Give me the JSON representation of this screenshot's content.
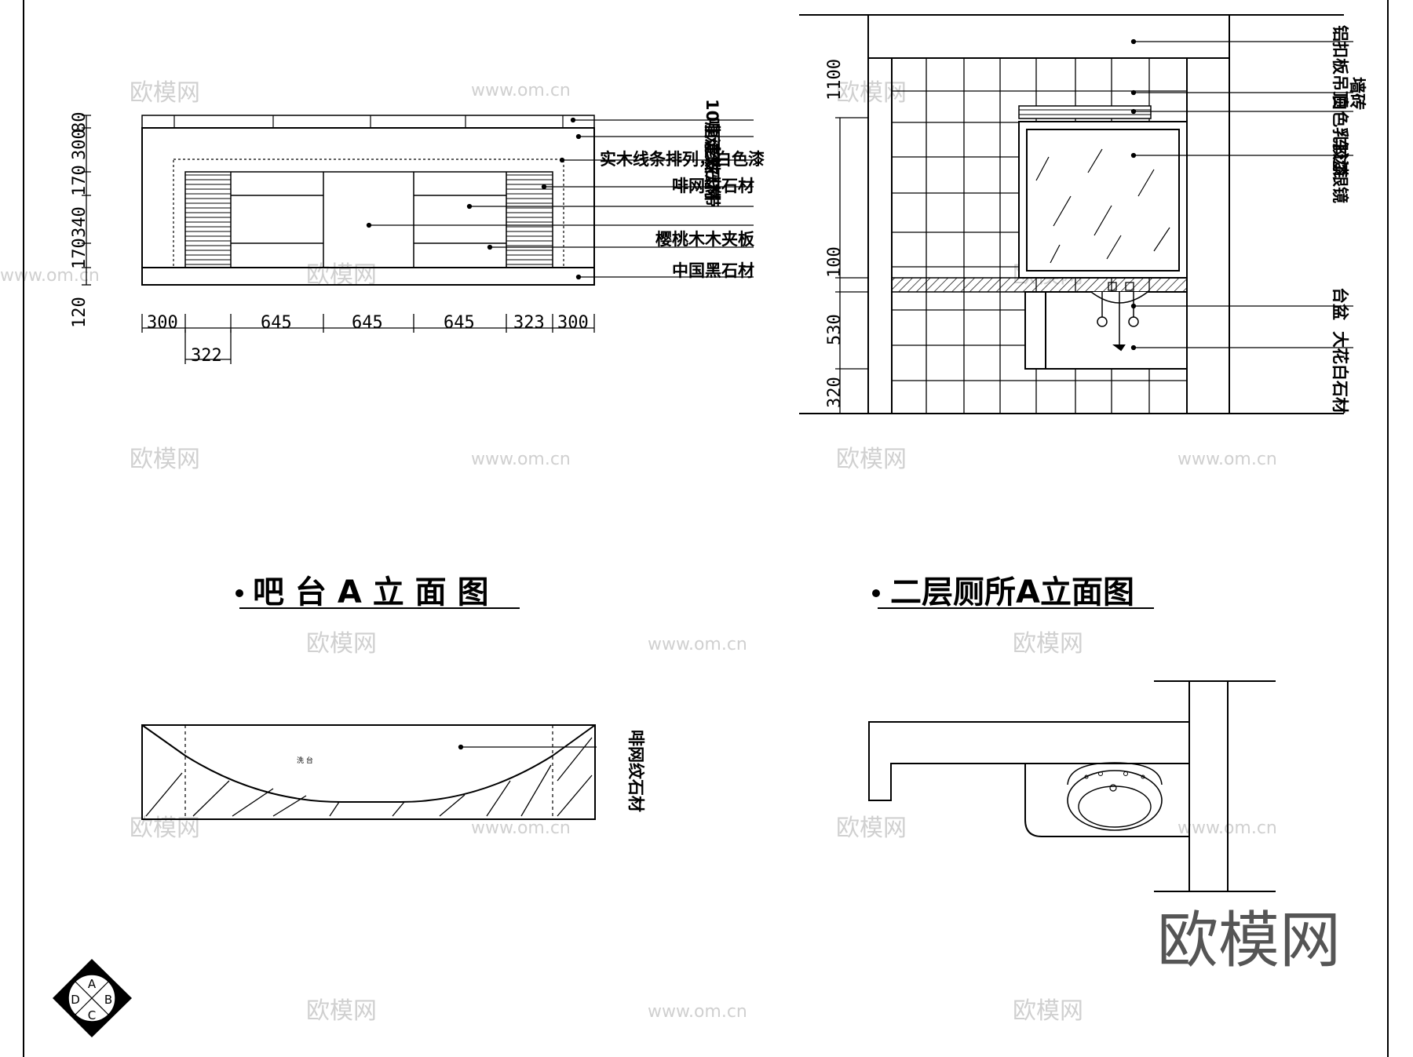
{
  "watermark": {
    "name": "欧模网",
    "url": "www.om.cn"
  },
  "brand": "欧模网",
  "bar_elevation": {
    "title": "吧 台 A 立 面 图",
    "v_dims": [
      "120",
      "170",
      "340",
      "170",
      "300",
      "80"
    ],
    "h_dims": [
      "300",
      "645",
      "645",
      "645",
      "323",
      "300"
    ],
    "h_dims_low": [
      "322"
    ],
    "notes": [
      "10厘清玻",
      "啡网纹石材",
      "走珠灯带",
      "实木线条排列，白色漆",
      "啡网纹石材",
      "樱桃木木夹板",
      "中国黑石材"
    ]
  },
  "bar_plan": {
    "notes": [
      "啡网纹石材"
    ],
    "small_mark": "洗 台"
  },
  "toilet_elevation": {
    "title": "二层厕所A立面图",
    "v_dims": [
      "1100",
      "100",
      "530",
      "320"
    ],
    "notes": [
      "铝扣板吊顶",
      "白色乳胶漆",
      "墙砖",
      "车边银镜",
      "台盆",
      "大花白石材"
    ]
  },
  "compass": {
    "labels": [
      "A",
      "B",
      "C",
      "D"
    ]
  }
}
